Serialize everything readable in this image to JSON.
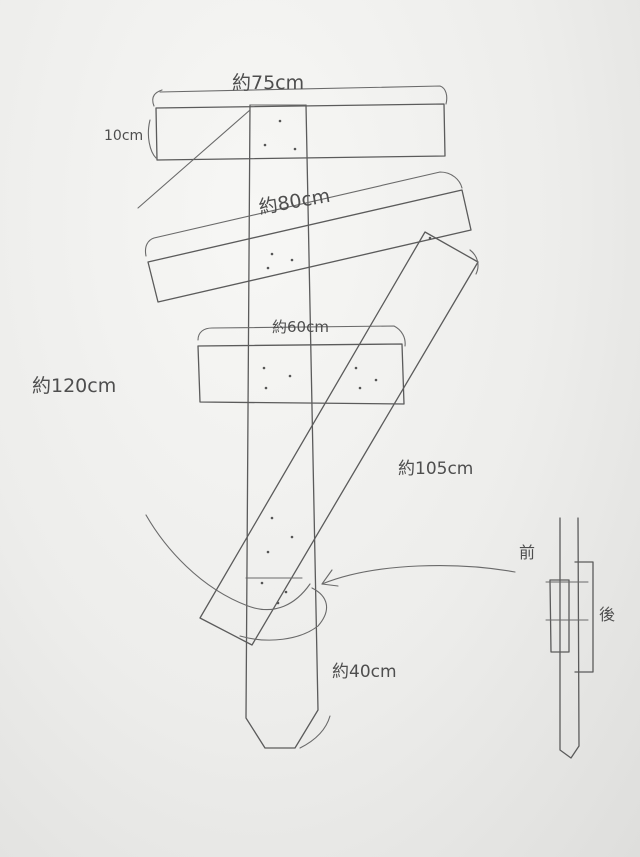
{
  "labels": {
    "top_width": "約75cm",
    "board_height": "10cm",
    "diag_board": "約80cm",
    "mid_board": "約60cm",
    "post_height": "約120cm",
    "brace": "約105cm",
    "stake": "約40cm",
    "front": "前",
    "back": "後"
  },
  "colors": {
    "paper": "#efefed",
    "pencil": "#5b5b5b"
  }
}
